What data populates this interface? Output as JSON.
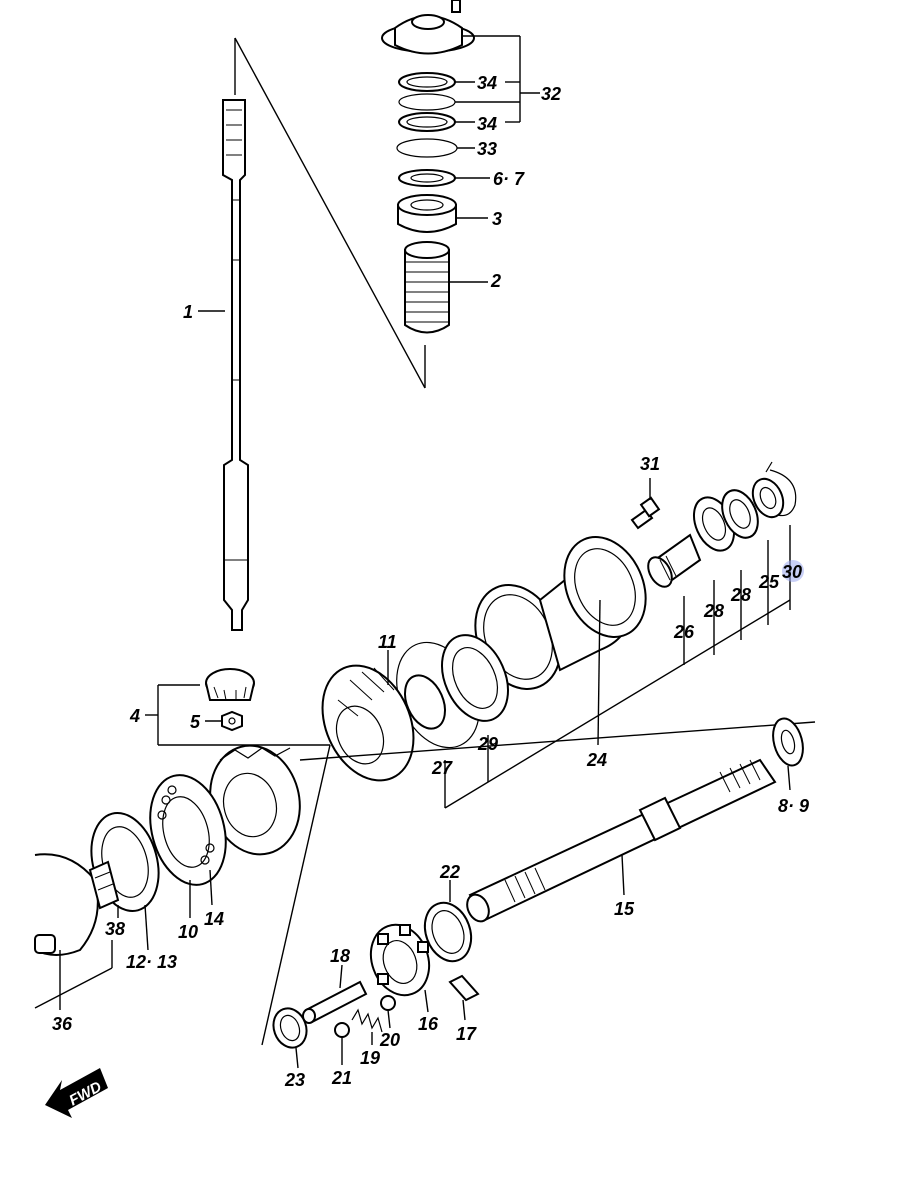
{
  "callouts": {
    "p1": "1",
    "p2": "2",
    "p3": "3",
    "p4": "4",
    "p5": "5",
    "p6_7": "6· 7",
    "p8_9": "8· 9",
    "p10": "10",
    "p11": "11",
    "p12_13": "12· 13",
    "p14": "14",
    "p15": "15",
    "p16": "16",
    "p17": "17",
    "p18": "18",
    "p19": "19",
    "p20": "20",
    "p21": "21",
    "p22": "22",
    "p23": "23",
    "p24": "24",
    "p25": "25",
    "p26": "26",
    "p27": "27",
    "p28a": "28",
    "p28b": "28",
    "p29": "29",
    "p30": "30",
    "p31": "31",
    "p32": "32",
    "p33": "33",
    "p34a": "34",
    "p34b": "34",
    "p36": "36",
    "p38": "38"
  },
  "fwd_label": "FWD",
  "colors": {
    "line": "#000000",
    "highlight": "#9aa7ee",
    "background": "#ffffff"
  }
}
